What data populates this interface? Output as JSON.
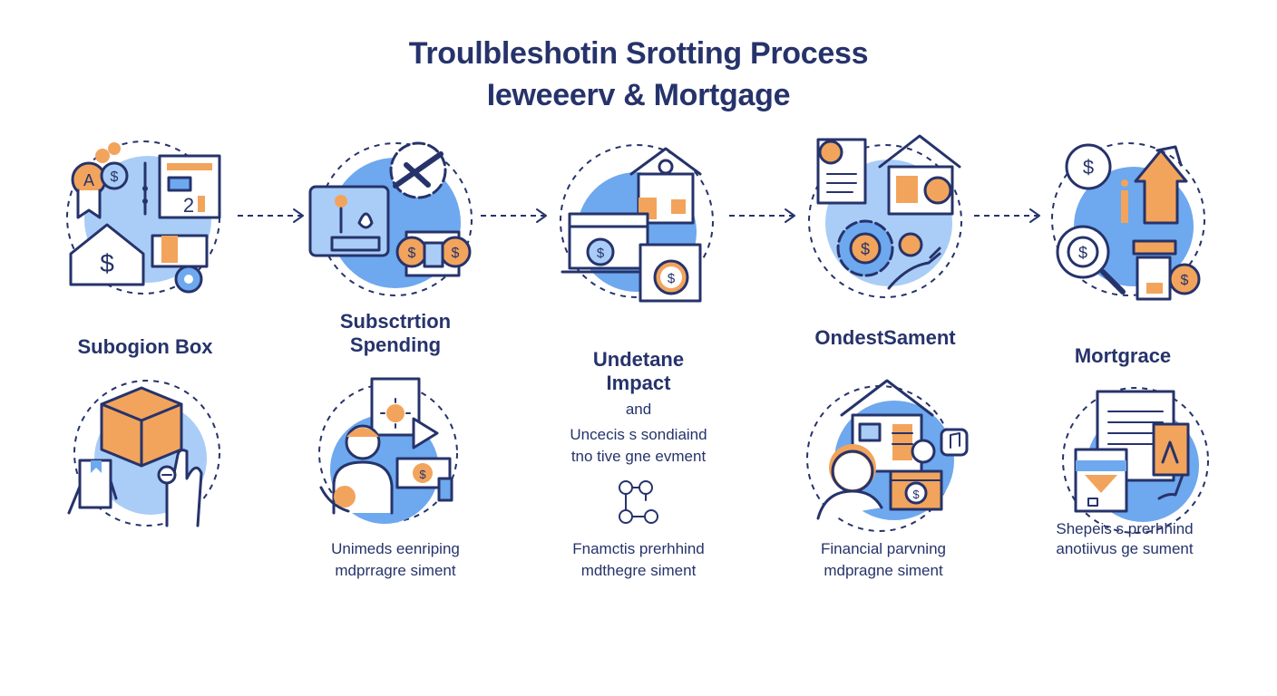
{
  "title": {
    "line1": "Troulbleshotin Srotting Process",
    "line2": "Ieweeerv & Mortgage"
  },
  "steps": [
    {
      "label": "Subogion Box"
    },
    {
      "label_line1": "Subsctrtion",
      "label_line2": "Spending",
      "desc_line1": "Unimeds eenriping",
      "desc_line2": "mdprragre siment"
    },
    {
      "label_line1": "Undetane",
      "label_line2": "Impact",
      "and": "and",
      "mid_line1": "Uncecis s sondiaind",
      "mid_line2": "tno tive gne evment",
      "desc_line1": "Fnamctis prerhhind",
      "desc_line2": "mdthegre siment"
    },
    {
      "label": "OndestSament",
      "desc_line1": "Financial parvning",
      "desc_line2": "mdpragne siment"
    },
    {
      "label": "Mortgrace",
      "desc_line1": "Shepeis s prerhhind",
      "desc_line2": "anotiivus ge sument"
    }
  ],
  "colors": {
    "navy": "#26336b",
    "blue": "#6ea8ee",
    "light_blue": "#a9cdf6",
    "orange": "#f2a45c"
  },
  "icons": {
    "step1_top": "budget-documents-house-icon",
    "step1_bottom": "subscription-box-hands-icon",
    "step2_top": "subscription-gear-coins-icon",
    "step2_bottom": "person-subscription-bill-icon",
    "step3_top": "house-laptop-coin-icon",
    "step3_bottom": "network-nodes-icon",
    "step4_top": "document-house-gear-icon",
    "step4_bottom": "house-person-laptop-icon",
    "step5_top": "mortgage-growth-magnifier-icon",
    "step5_bottom": "mortgage-contract-icon"
  }
}
